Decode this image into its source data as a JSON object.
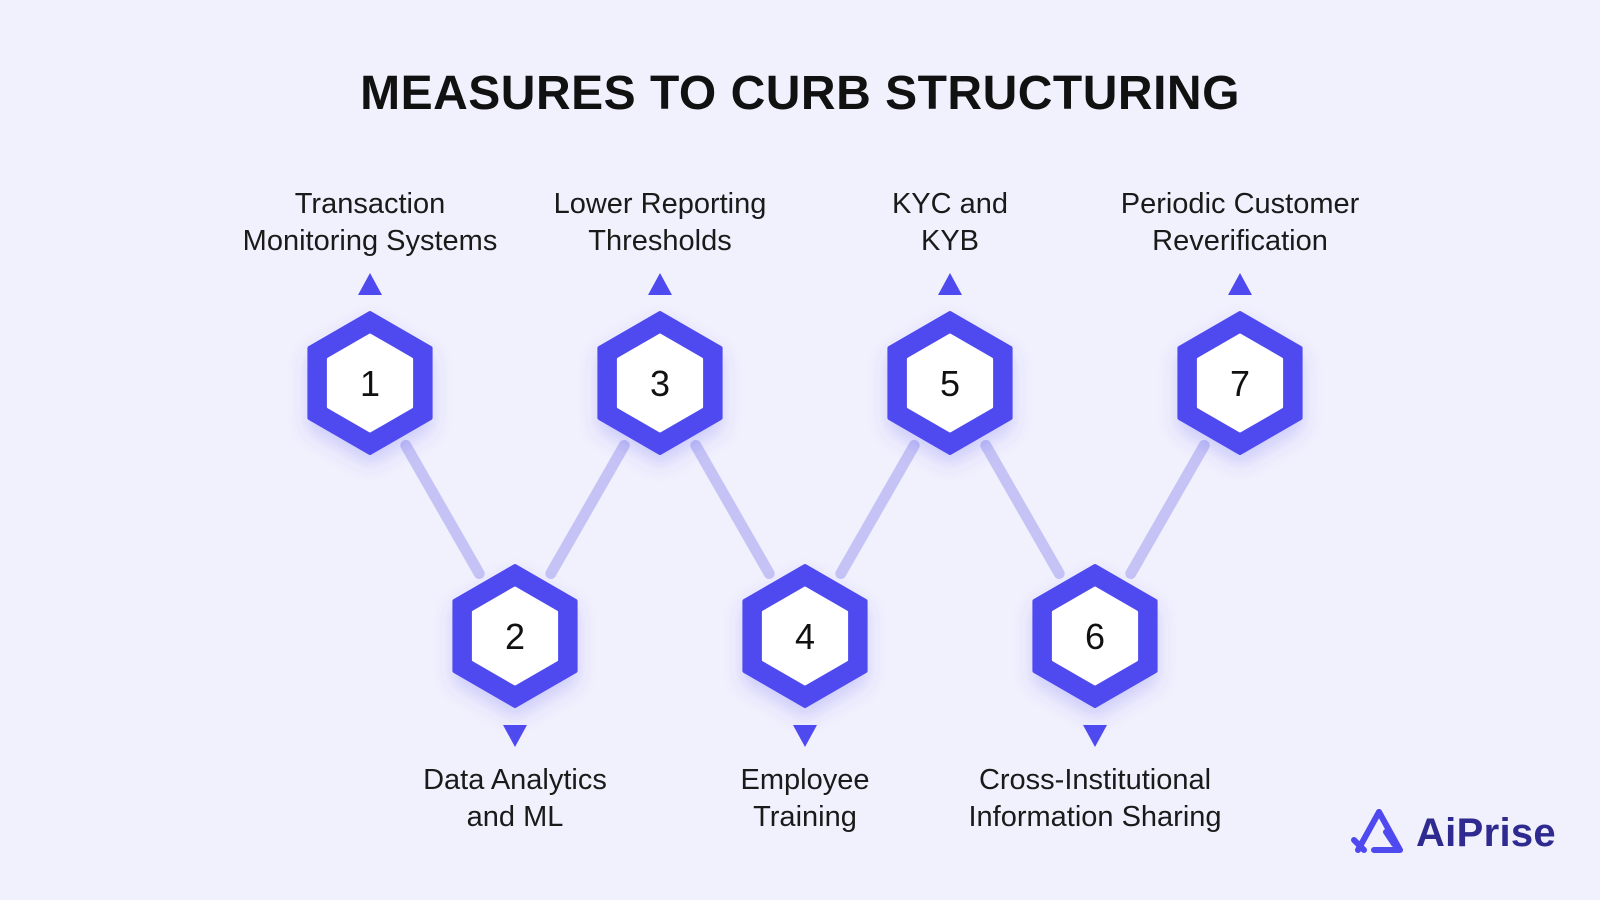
{
  "title": "MEASURES TO CURB STRUCTURING",
  "steps": [
    {
      "number": "1",
      "label": "Transaction\nMonitoring Systems",
      "position": "top"
    },
    {
      "number": "2",
      "label": "Data Analytics\nand ML",
      "position": "bottom"
    },
    {
      "number": "3",
      "label": "Lower Reporting\nThresholds",
      "position": "top"
    },
    {
      "number": "4",
      "label": "Employee\nTraining",
      "position": "bottom"
    },
    {
      "number": "5",
      "label": "KYC and\nKYB",
      "position": "top"
    },
    {
      "number": "6",
      "label": "Cross-Institutional\nInformation Sharing",
      "position": "bottom"
    },
    {
      "number": "7",
      "label": "Periodic Customer\nReverification",
      "position": "top"
    }
  ],
  "brand": {
    "name": "AiPrise",
    "icon": "aiprise-logo-icon"
  },
  "colors": {
    "background": "#f1f0fd",
    "accent": "#4f4af0",
    "connector": "#c5c3f5",
    "brand_text": "#2e2a8f"
  }
}
